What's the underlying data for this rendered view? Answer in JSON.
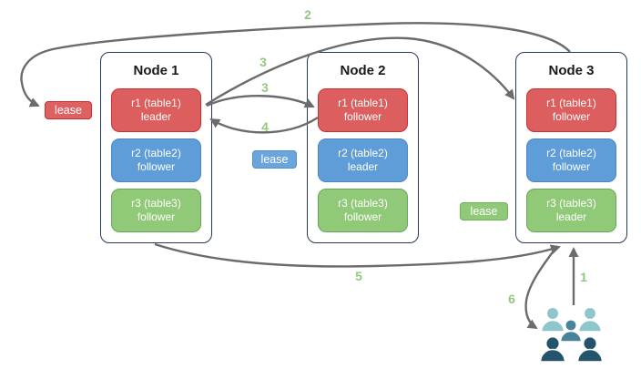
{
  "nodes": [
    {
      "title": "Node 1",
      "replicas": [
        {
          "name": "r1 (table1)",
          "role": "leader",
          "color": "red"
        },
        {
          "name": "r2 (table2)",
          "role": "follower",
          "color": "blue"
        },
        {
          "name": "r3 (table3)",
          "role": "follower",
          "color": "green"
        }
      ]
    },
    {
      "title": "Node 2",
      "replicas": [
        {
          "name": "r1 (table1)",
          "role": "follower",
          "color": "red"
        },
        {
          "name": "r2 (table2)",
          "role": "leader",
          "color": "blue"
        },
        {
          "name": "r3 (table3)",
          "role": "follower",
          "color": "green"
        }
      ]
    },
    {
      "title": "Node 3",
      "replicas": [
        {
          "name": "r1 (table1)",
          "role": "follower",
          "color": "red"
        },
        {
          "name": "r2 (table2)",
          "role": "follower",
          "color": "blue"
        },
        {
          "name": "r3 (table3)",
          "role": "leader",
          "color": "green"
        }
      ]
    }
  ],
  "leases": {
    "red": {
      "label": "lease"
    },
    "blue": {
      "label": "lease"
    },
    "green": {
      "label": "lease"
    }
  },
  "steps": {
    "s1": "1",
    "s2": "2",
    "s3a": "3",
    "s3b": "3",
    "s4": "4",
    "s5": "5",
    "s6": "6"
  },
  "icons": {
    "users_group": "users-group-icon"
  },
  "colors": {
    "replica_red": "#dc5e5e",
    "replica_red_border": "#c53230",
    "replica_blue": "#5f9dd8",
    "replica_blue_border": "#4a86c8",
    "replica_green": "#90c978",
    "replica_green_border": "#67a758",
    "node_border": "#26395c",
    "arrow": "#6b6b6b",
    "step_number": "#92c97e",
    "users_back": "#8fc6cc",
    "users_middle": "#47849a",
    "users_front": "#24536b"
  }
}
